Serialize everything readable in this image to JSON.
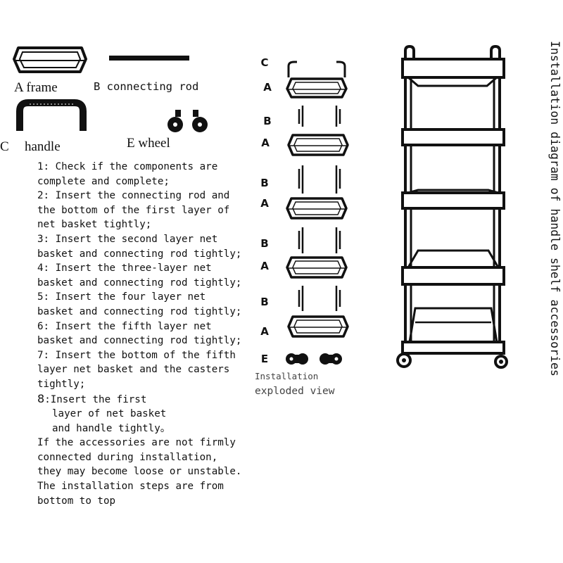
{
  "parts": {
    "a": "A frame",
    "b": "B connecting rod",
    "c_letter": "C",
    "c_name": "handle",
    "e": "E wheel"
  },
  "steps": [
    "1: Check if the components are",
    "complete and complete;",
    "2: Insert the connecting rod and",
    "the bottom of the first layer of",
    "net basket tightly;",
    "3: Insert the second layer net",
    "basket and connecting rod tightly;",
    "4: Insert the three-layer net",
    "basket and connecting rod tightly;",
    "5: Insert the four layer net",
    "basket and connecting rod tightly;",
    "6: Insert the fifth layer net",
    "basket and connecting rod tightly;",
    "7: Insert the bottom of the fifth",
    "layer net basket and the casters",
    "tightly;"
  ],
  "step8": {
    "num": "8",
    "l1": ":Insert the first",
    "l2": "layer of net basket",
    "l3": "and handle tightly。"
  },
  "note": [
    "If the accessories are not firmly",
    "connected during installation,",
    "they may become loose or unstable.",
    "The installation steps are from",
    "bottom to top"
  ],
  "exploded": {
    "labels": [
      "C",
      "A",
      "B",
      "A",
      "B",
      "A",
      "B",
      "A",
      "B",
      "A",
      "E"
    ],
    "caption_small": "Installation",
    "caption": "exploded view"
  },
  "title_vertical": "Installation diagram of handle shelf accessories"
}
